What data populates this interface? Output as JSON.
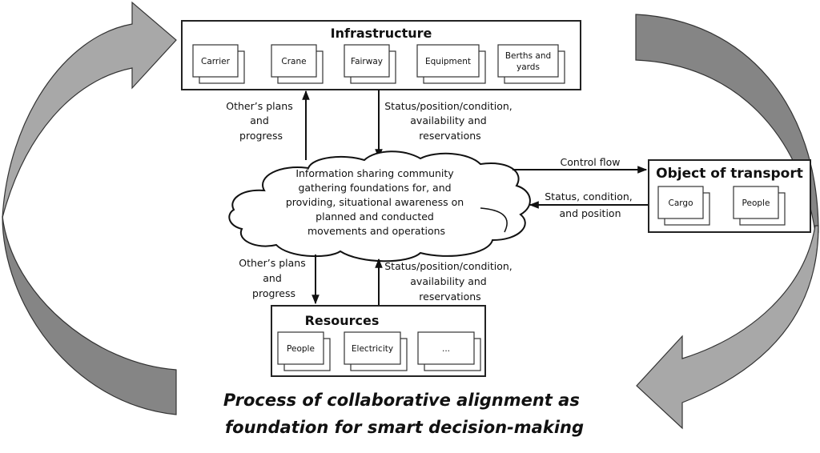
{
  "diagram": {
    "infrastructure": {
      "title": "Infrastructure",
      "items": [
        "Carrier",
        "Crane",
        "Fairway",
        "Equipment",
        "Berths and|yards"
      ]
    },
    "infra_to_cloud": {
      "up_label": [
        "Other’s plans",
        "and",
        "progress"
      ],
      "down_label": [
        "Status/position/condition,",
        "availability and",
        "reservations"
      ]
    },
    "cloud": {
      "lines": [
        "Information sharing community",
        "gathering foundations for, and",
        "providing, situational awareness on",
        "planned and conducted",
        "movements and operations"
      ]
    },
    "object_of_transport": {
      "title": "Object of transport",
      "items": [
        "Cargo",
        "People"
      ],
      "control_flow_label": "Control flow",
      "status_label": [
        "Status, condition,",
        "and position"
      ]
    },
    "resources_to_cloud": {
      "down_label": [
        "Other’s plans",
        "and",
        "progress"
      ],
      "up_label": [
        "Status/position/condition,",
        "availability and",
        "reservations"
      ]
    },
    "resources": {
      "title": "Resources",
      "items": [
        "People",
        "Electricity",
        "..."
      ]
    },
    "caption": [
      "Process of collaborative alignment as",
      "foundation for smart decision-making"
    ],
    "colors": {
      "big_arrow_light": "#a8a8a8",
      "big_arrow_dark": "#858585",
      "stroke": "#222222"
    }
  }
}
